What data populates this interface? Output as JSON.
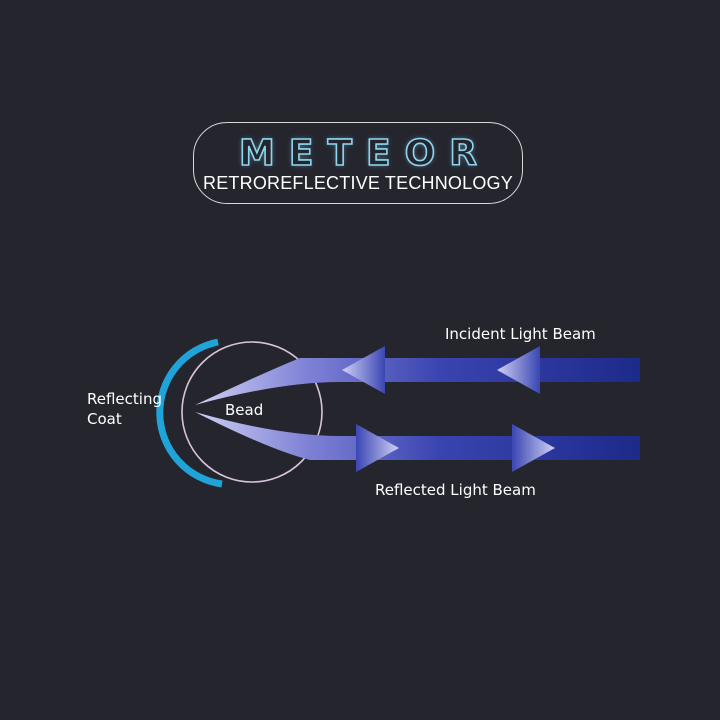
{
  "logo": {
    "brand": "METEOR",
    "tagline": "RETROREFLECTIVE TECHNOLOGY"
  },
  "diagram": {
    "labels": {
      "incident": "Incident Light Beam",
      "reflected": "Reflected Light Beam",
      "reflecting_coat_line1": "Reflecting",
      "reflecting_coat_line2": "Coat",
      "bead": "Bead"
    },
    "colors": {
      "background": "#25252e",
      "beam_dark": "#1c2a8a",
      "beam_light": "#c8c8f0",
      "coat": "#1fa3d8",
      "bead_outline": "#d9c4dc",
      "logo_outline": "#8ed6ee"
    }
  }
}
